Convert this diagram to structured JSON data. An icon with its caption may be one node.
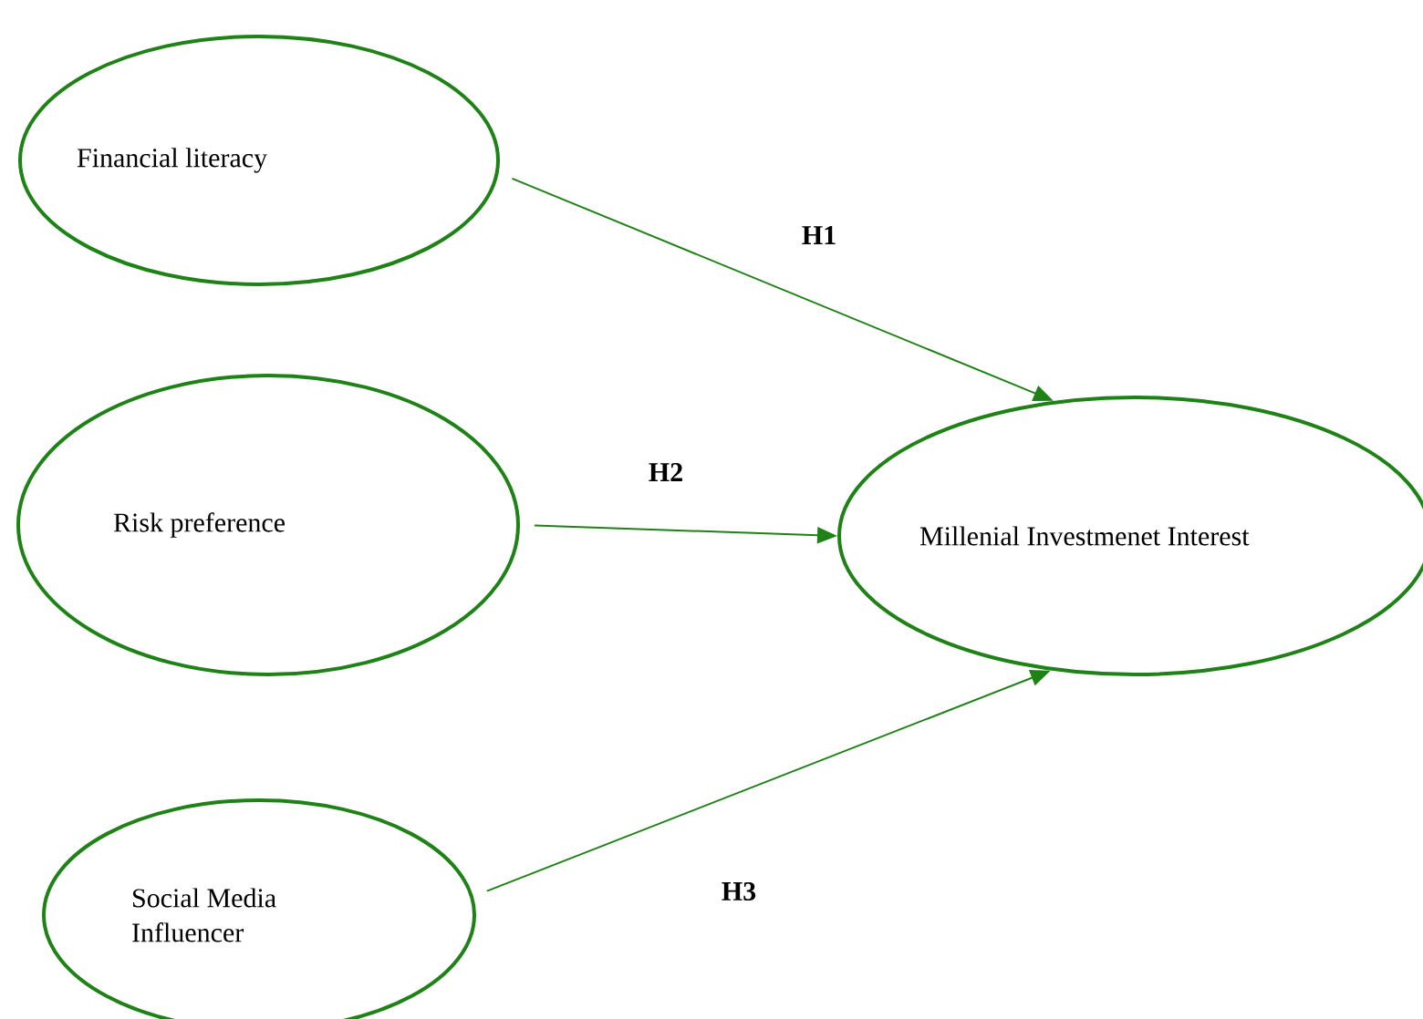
{
  "diagram": {
    "nodes": [
      {
        "text": [
          "Financial literacy"
        ]
      },
      {
        "text": [
          "Risk preference"
        ]
      },
      {
        "text": [
          "Social Media Influencer"
        ]
      },
      {
        "text": [
          "Millenial Investmenet Interest"
        ]
      }
    ],
    "edges": [
      {
        "from": 0,
        "to": 3,
        "arrow": "to",
        "label": "H1"
      },
      {
        "from": 1,
        "to": 3,
        "arrow": "to",
        "label": "H2"
      },
      {
        "from": 2,
        "to": 3,
        "arrow": "to",
        "label": "H3"
      }
    ]
  }
}
